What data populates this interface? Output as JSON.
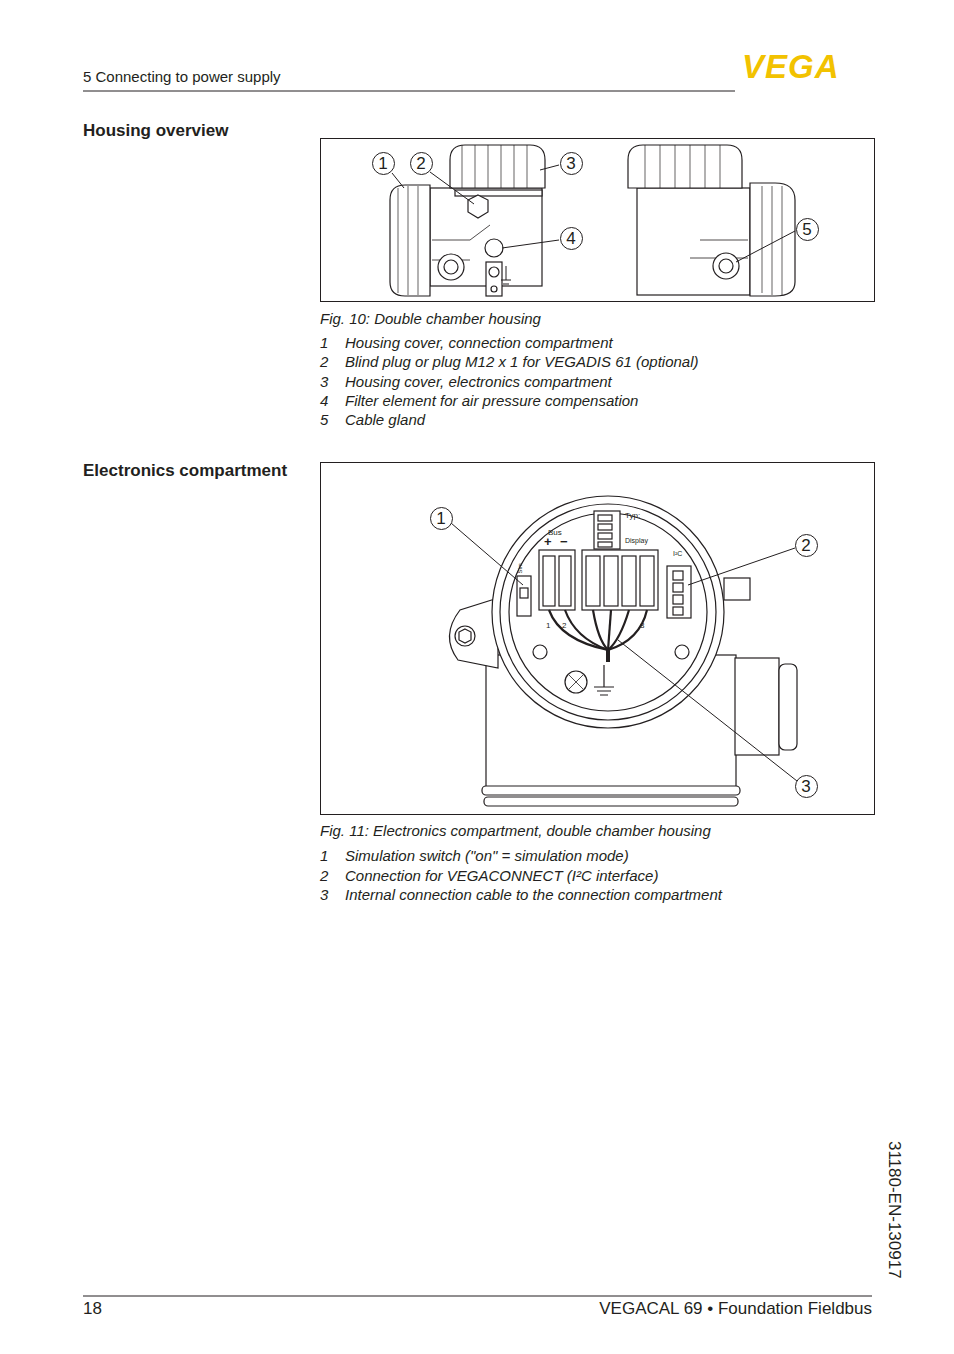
{
  "diagram": {
    "nodes": [
      {
        "text": [
          "1"
        ]
      },
      {
        "text": [
          "2"
        ]
      },
      {
        "text": [
          "3"
        ]
      },
      {
        "text": [
          "4"
        ]
      },
      {
        "text": [
          "5"
        ]
      },
      {
        "text": [
          "1"
        ]
      },
      {
        "text": [
          "2"
        ]
      },
      {
        "text": [
          "3"
        ]
      }
    ],
    "labels": [
      "5 Connecting to power supply",
      "VEGA",
      "Housing overview",
      "Fig. 10: Double chamber housing",
      "1",
      "Housing cover, connection compartment",
      "2",
      "Blind plug or plug M12 x 1 for VEGADIS 61 (optional)",
      "3",
      "Housing cover, electronics compartment",
      "4",
      "Filter element for air pressure compensation",
      "5",
      "Cable gland",
      "Electronics compartment",
      "Fig. 11: Electronics compartment, double chamber housing",
      "1",
      "Simulation switch (\"on\" = simulation mode)",
      "2",
      "Connection for VEGACONNECT (I²C interface)",
      "3",
      "Internal connection cable to the connection compartment",
      "Typ:",
      "Display",
      "Bus",
      "+",
      "−",
      "Sim",
      "I²C",
      "1",
      "2",
      "8",
      "31180-EN-130917",
      "18",
      "VEGACAL 69 • Foundation Fieldbus"
    ]
  }
}
